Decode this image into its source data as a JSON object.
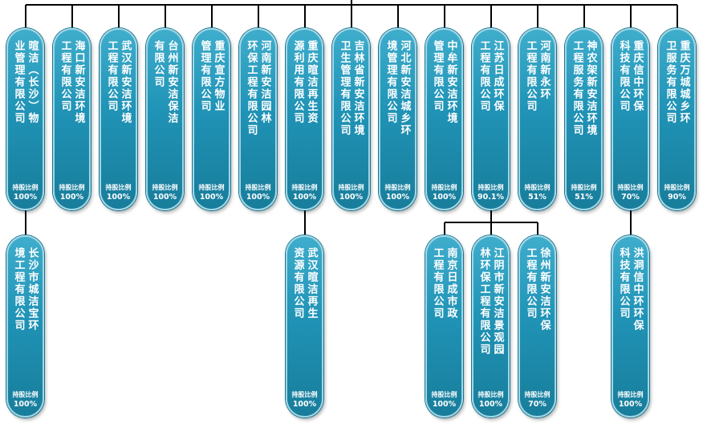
{
  "chart": {
    "ratio_label": "持股比例",
    "colors": {
      "box_fill_top": "#3fadcc",
      "box_fill_bottom": "#187d9b",
      "box_border": "#a3d6e6",
      "line": "#000000",
      "text": "#ffffff"
    },
    "top_nodes": [
      {
        "col": 0,
        "name": "暄洁（长沙）物业管理有限公司",
        "lines": [
          "暄洁（长沙）物",
          "业管理有限公司"
        ],
        "ratio": "100%"
      },
      {
        "col": 1,
        "name": "海口新安洁环境工程有限公司",
        "lines": [
          "海口新安洁环境",
          "工程有限公司"
        ],
        "ratio": "100%"
      },
      {
        "col": 2,
        "name": "武汉新安洁环境工程有限公司",
        "lines": [
          "武汉新安洁环境",
          "工程有限公司"
        ],
        "ratio": "100%"
      },
      {
        "col": 3,
        "name": "台州新安洁保洁有限公司",
        "lines": [
          "台州新安洁保洁",
          "有限公司"
        ],
        "ratio": "100%"
      },
      {
        "col": 4,
        "name": "重庆宣方物业管理有限公司",
        "lines": [
          "重庆宣方物业",
          "管理有限公司"
        ],
        "ratio": "100%"
      },
      {
        "col": 5,
        "name": "河南新安洁园林环保工程有限公司",
        "lines": [
          "河南新安洁园林",
          "环保工程有限公司"
        ],
        "ratio": "100%"
      },
      {
        "col": 6,
        "name": "重庆暄洁再生资源利用有限公司",
        "lines": [
          "重庆暄洁再生资",
          "源利用有限公司"
        ],
        "ratio": "100%"
      },
      {
        "col": 7,
        "name": "吉林省新安洁环境卫生管理有限公司",
        "lines": [
          "吉林省新安洁环境",
          "卫生管理有限公司"
        ],
        "ratio": "100%"
      },
      {
        "col": 8,
        "name": "河北新安洁城乡环境管理有限公司",
        "lines": [
          "河北新安洁城乡环",
          "境管理有限公司"
        ],
        "ratio": "100%"
      },
      {
        "col": 9,
        "name": "中牟新安洁环境管理有限公司",
        "lines": [
          "中牟新安洁环境",
          "管理有限公司"
        ],
        "ratio": "100%"
      },
      {
        "col": 10,
        "name": "江苏日成环保工程有限公司",
        "lines": [
          "江苏日成环保",
          "工程有限公司"
        ],
        "ratio": "90.1%"
      },
      {
        "col": 11,
        "name": "河南新永环工程有限公司",
        "lines": [
          "河南新永环",
          "工程有限公司"
        ],
        "ratio": "51%"
      },
      {
        "col": 12,
        "name": "神农架新安洁环境工程服务有限公司",
        "lines": [
          "神农架新安洁环境",
          "工程服务有限公司"
        ],
        "ratio": "51%"
      },
      {
        "col": 13,
        "name": "重庆信中环保科技有限公司",
        "lines": [
          "重庆信中环保",
          "科技有限公司"
        ],
        "ratio": "70%"
      },
      {
        "col": 14,
        "name": "重庆万城城乡环卫服务有限公司",
        "lines": [
          "重庆万城城乡环",
          "卫服务有限公司"
        ],
        "ratio": "90%"
      }
    ],
    "child_nodes": [
      {
        "col": 0,
        "name": "长沙市城洁宝环境工程有限公司",
        "lines": [
          "长沙市城洁宝环",
          "境工程有限公司"
        ],
        "ratio": "100%"
      },
      {
        "col": 6,
        "name": "武汉暄洁再生资源有限公司",
        "lines": [
          "武汉暄洁再生",
          "资源有限公司"
        ],
        "ratio": "100%"
      },
      {
        "col": 9,
        "name": "南京日成市政工程有限公司",
        "lines": [
          "南京日成市政",
          "工程有限公司"
        ],
        "ratio": "100%"
      },
      {
        "col": 10,
        "name": "江阴市新安洁景观园林环保工程有限公司",
        "lines": [
          "江阴市新安洁景观园",
          "林环保工程有限公司"
        ],
        "ratio": "100%"
      },
      {
        "col": 11,
        "name": "徐州新安洁环保工程有限公司",
        "lines": [
          "徐州新安洁环保",
          "工程有限公司"
        ],
        "ratio": "70%"
      },
      {
        "col": 13,
        "name": "洪洞信中环环保科技有限公司",
        "lines": [
          "洪洞信中环环保",
          "科技有限公司"
        ],
        "ratio": "100%"
      }
    ],
    "direct_links": [
      {
        "parent_col": 0,
        "child_col": 0
      },
      {
        "parent_col": 6,
        "child_col": 6
      },
      {
        "parent_col": 13,
        "child_col": 13
      }
    ],
    "branch_links": [
      {
        "parent_col": 10,
        "child_cols": [
          9,
          10,
          11
        ]
      }
    ]
  }
}
